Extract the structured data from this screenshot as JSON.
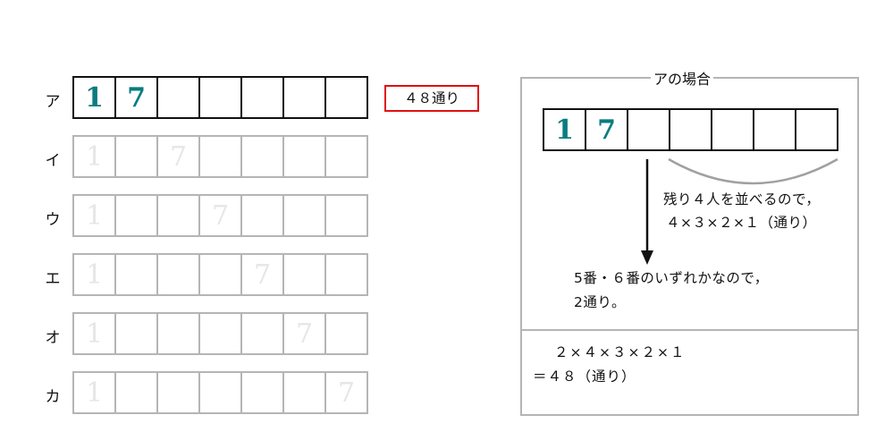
{
  "rows": [
    {
      "label": "ア",
      "cells": [
        "1",
        "7",
        "",
        "",
        "",
        "",
        ""
      ]
    },
    {
      "label": "イ",
      "cells": [
        "1",
        "",
        "7",
        "",
        "",
        "",
        ""
      ]
    },
    {
      "label": "ウ",
      "cells": [
        "1",
        "",
        "",
        "7",
        "",
        "",
        ""
      ]
    },
    {
      "label": "エ",
      "cells": [
        "1",
        "",
        "",
        "",
        "7",
        "",
        ""
      ]
    },
    {
      "label": "オ",
      "cells": [
        "1",
        "",
        "",
        "",
        "",
        "7",
        ""
      ]
    },
    {
      "label": "カ",
      "cells": [
        "1",
        "",
        "",
        "",
        "",
        "",
        "7"
      ]
    }
  ],
  "answer_box": "４８通り",
  "case_panel": {
    "title": "アの場合",
    "cells": [
      "1",
      "7",
      "",
      "",
      "",
      "",
      ""
    ],
    "remaining_line1": "残り４人を並べるので，",
    "remaining_line2": "４×３×２×１（通り）",
    "position_line1": "5番・６番のいずれかなので，",
    "position_line2": "2通り。",
    "calc_line1": "２×４×３×２×１",
    "calc_line2": "＝４８（通り）"
  },
  "colors": {
    "digit": "#0a7c80",
    "answer_border": "#e01010",
    "faded": "#b5b5b5"
  }
}
